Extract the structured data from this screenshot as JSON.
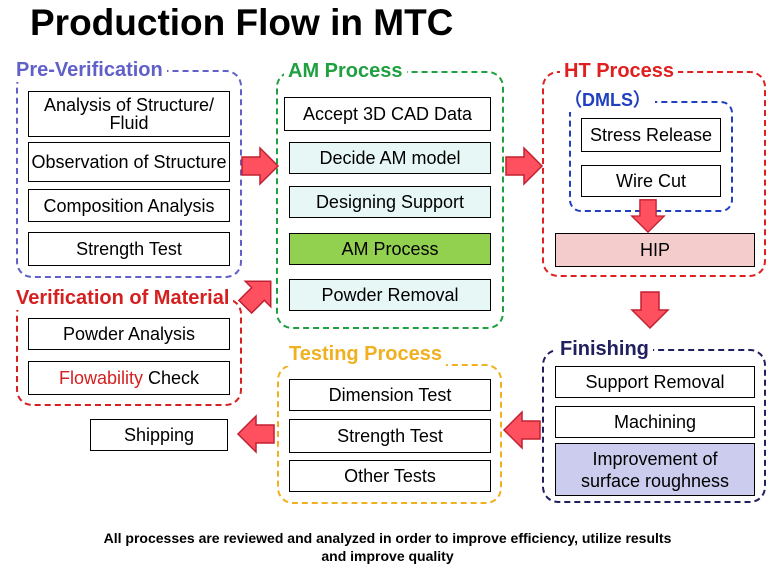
{
  "title": "Production Flow in MTC",
  "colors": {
    "pre": "#6060c8",
    "material": "#d42020",
    "am": "#20a040",
    "ht": "#e02020",
    "dmls": "#2040c0",
    "testing": "#f0b020",
    "finishing": "#202060",
    "arrow_fill": "#ff5060",
    "arrow_stroke": "#c02030"
  },
  "pre_verification": {
    "label": "Pre-Verification",
    "items": [
      "Analysis of Structure/ Fluid",
      "Observation of Structure",
      "Composition Analysis",
      "Strength Test"
    ]
  },
  "verification_material": {
    "label": "Verification of Material",
    "powder": "Powder Analysis",
    "flow_red": "Flowability",
    "flow_rest": " Check"
  },
  "am_process": {
    "label": "AM Process",
    "items": [
      "Accept 3D CAD Data",
      "Decide AM model",
      "Designing Support",
      "AM Process",
      "Powder Removal"
    ]
  },
  "ht_process": {
    "label": "HT Process",
    "sub_label": "（DMLS）",
    "sub_items": [
      "Stress Release",
      "Wire Cut"
    ],
    "hip": "HIP"
  },
  "finishing": {
    "label": "Finishing",
    "items": [
      "Support Removal",
      "Machining",
      "Improvement of surface roughness"
    ]
  },
  "testing_process": {
    "label": "Testing Process",
    "items": [
      "Dimension Test",
      "Strength Test",
      "Other Tests"
    ]
  },
  "shipping": "Shipping",
  "footer": {
    "line1": "All processes are reviewed and analyzed in order to improve efficiency, utilize results",
    "line2": "and improve quality"
  }
}
